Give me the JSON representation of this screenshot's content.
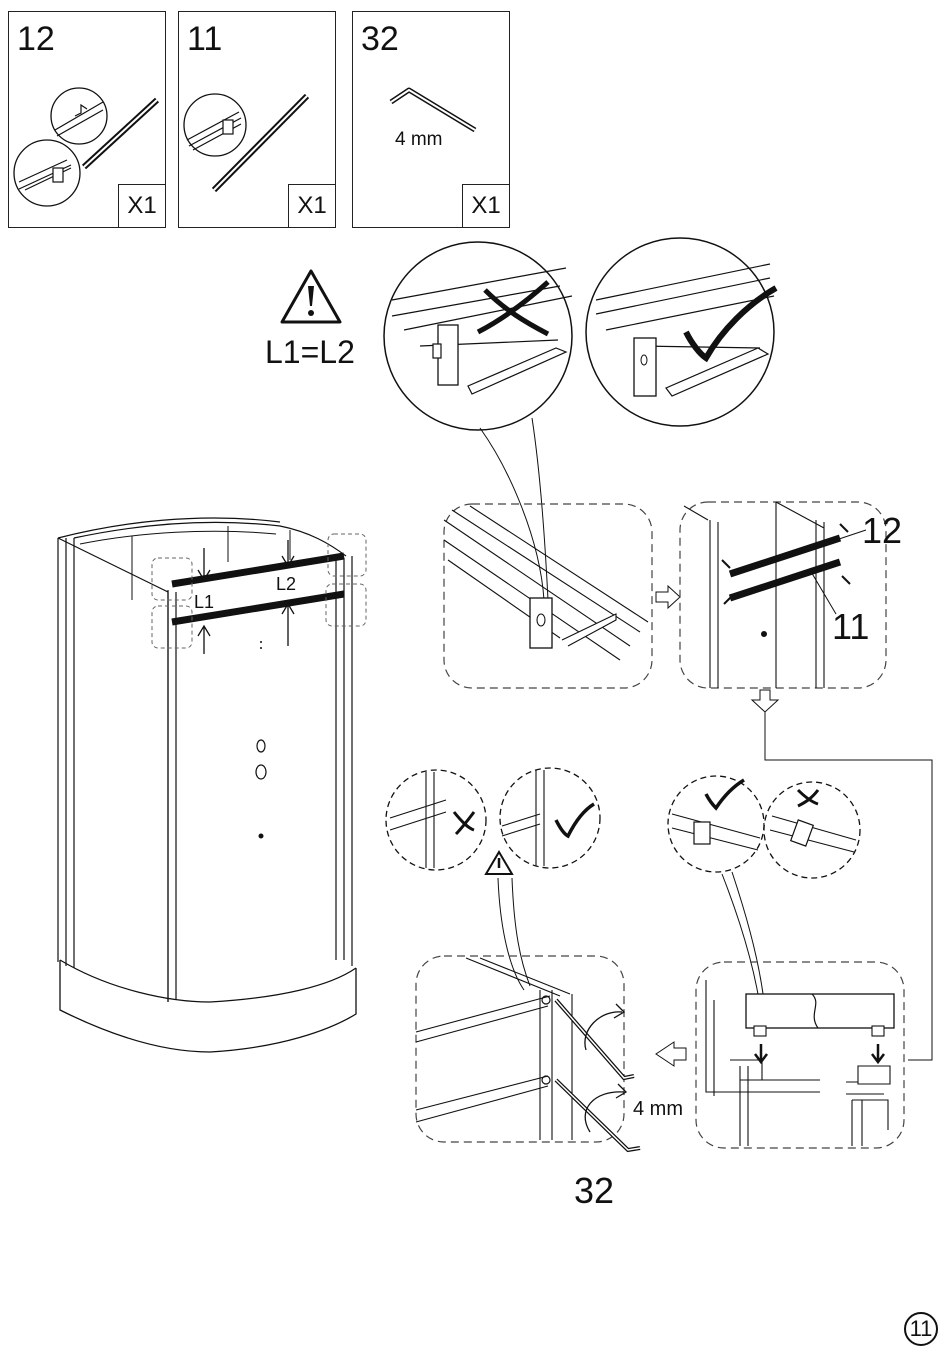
{
  "parts": [
    {
      "number": "12",
      "quantity": "X1",
      "icon": "profile-rail-with-clamp"
    },
    {
      "number": "11",
      "quantity": "X1",
      "icon": "profile-rail"
    },
    {
      "number": "32",
      "quantity": "X1",
      "icon": "hex-key",
      "size_label": "4 mm"
    }
  ],
  "warning": {
    "equation": "L1=L2",
    "icon": "warning-triangle-icon"
  },
  "cabin": {
    "label_l1": "L1",
    "label_l2": "L2"
  },
  "callouts": {
    "part_12": "12",
    "part_11": "11",
    "part_32": "32",
    "key_size": "4 mm"
  },
  "page_number": "11"
}
